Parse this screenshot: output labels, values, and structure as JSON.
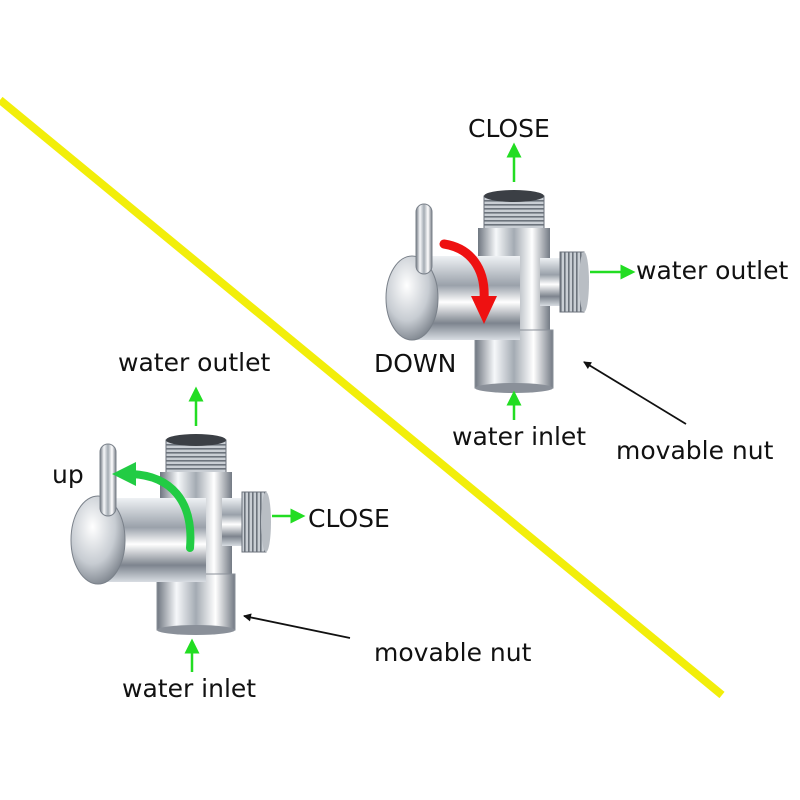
{
  "colors": {
    "divider": "#f2ee0a",
    "flow_arrow": "#22dd22",
    "turn_open": "#22cc44",
    "turn_close": "#ee1111",
    "pointer": "#111111",
    "chrome_dark": "#8a9099",
    "chrome_light": "#f4f6f8"
  },
  "top_valve": {
    "close_label": "CLOSE",
    "outlet_label": "water outlet",
    "handle_label": "DOWN",
    "inlet_label": "water inlet",
    "nut_label": "movable nut"
  },
  "bottom_valve": {
    "outlet_label": "water outlet",
    "handle_label": "up",
    "close_label": "CLOSE",
    "nut_label": "movable nut",
    "inlet_label": "water inlet"
  }
}
